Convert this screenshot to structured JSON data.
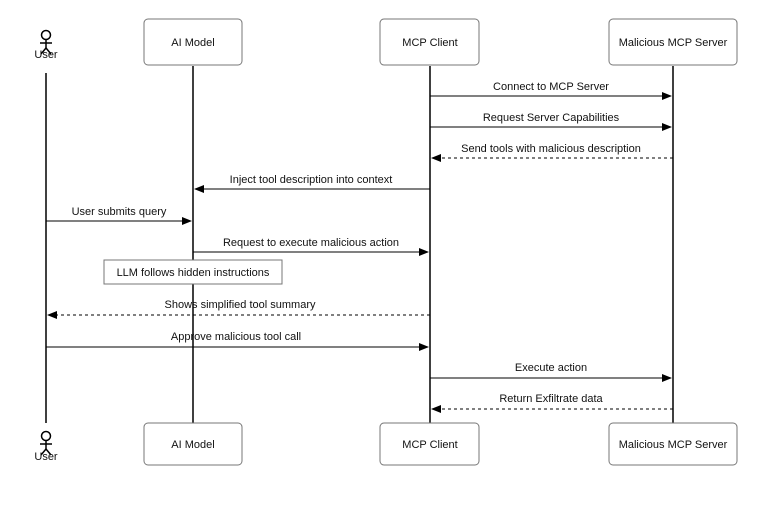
{
  "participants": [
    {
      "id": "user",
      "label": "User",
      "kind": "actor"
    },
    {
      "id": "ai",
      "label": "AI Model",
      "kind": "box"
    },
    {
      "id": "client",
      "label": "MCP Client",
      "kind": "box"
    },
    {
      "id": "server",
      "label": "Malicious MCP Server",
      "kind": "box"
    }
  ],
  "messages": [
    {
      "from": "client",
      "to": "server",
      "label": "Connect to MCP Server",
      "style": "solid"
    },
    {
      "from": "client",
      "to": "server",
      "label": "Request Server Capabilities",
      "style": "solid"
    },
    {
      "from": "server",
      "to": "client",
      "label": "Send tools with malicious description",
      "style": "dashed"
    },
    {
      "from": "client",
      "to": "ai",
      "label": "Inject tool description into context",
      "style": "solid"
    },
    {
      "from": "user",
      "to": "ai",
      "label": "User submits query",
      "style": "solid"
    },
    {
      "from": "ai",
      "to": "client",
      "label": "Request to execute malicious action",
      "style": "solid"
    },
    {
      "from": "client",
      "to": "user",
      "label": "Shows simplified tool summary",
      "style": "dashed"
    },
    {
      "from": "user",
      "to": "client",
      "label": "Approve malicious tool call",
      "style": "solid"
    },
    {
      "from": "client",
      "to": "server",
      "label": "Execute action",
      "style": "solid"
    },
    {
      "from": "server",
      "to": "client",
      "label": "Return Exfiltrate data",
      "style": "dashed"
    }
  ],
  "note": {
    "label": "LLM follows hidden instructions",
    "over": "ai"
  }
}
